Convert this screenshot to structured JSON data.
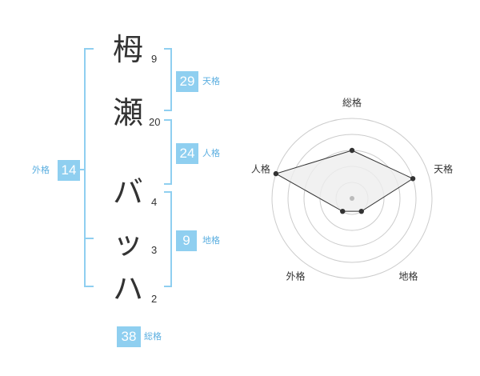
{
  "name": {
    "chars": [
      {
        "char": "栂",
        "strokes": "9"
      },
      {
        "char": "瀬",
        "strokes": "20"
      },
      {
        "char": "バ",
        "strokes": "4"
      },
      {
        "char": "ッ",
        "strokes": "3"
      },
      {
        "char": "ハ",
        "strokes": "2"
      }
    ]
  },
  "kaku": {
    "tenkaku": {
      "value": "29",
      "label": "天格"
    },
    "jinkaku": {
      "value": "24",
      "label": "人格"
    },
    "chikaku": {
      "value": "9",
      "label": "地格"
    },
    "gaikaku": {
      "value": "14",
      "label": "外格"
    },
    "soukaku": {
      "value": "38",
      "label": "総格"
    }
  },
  "radar": {
    "axes": [
      "総格",
      "天格",
      "地格",
      "外格",
      "人格"
    ],
    "levels": 5,
    "values": [
      3,
      4,
      1,
      1,
      5
    ],
    "max": 5
  },
  "colors": {
    "accent": "#8fcff0",
    "accent_text": "#5aaee0",
    "bracket": "#8fcff0",
    "radar_fill": "#eeeeee",
    "radar_line": "#333333",
    "grid": "#cccccc"
  }
}
